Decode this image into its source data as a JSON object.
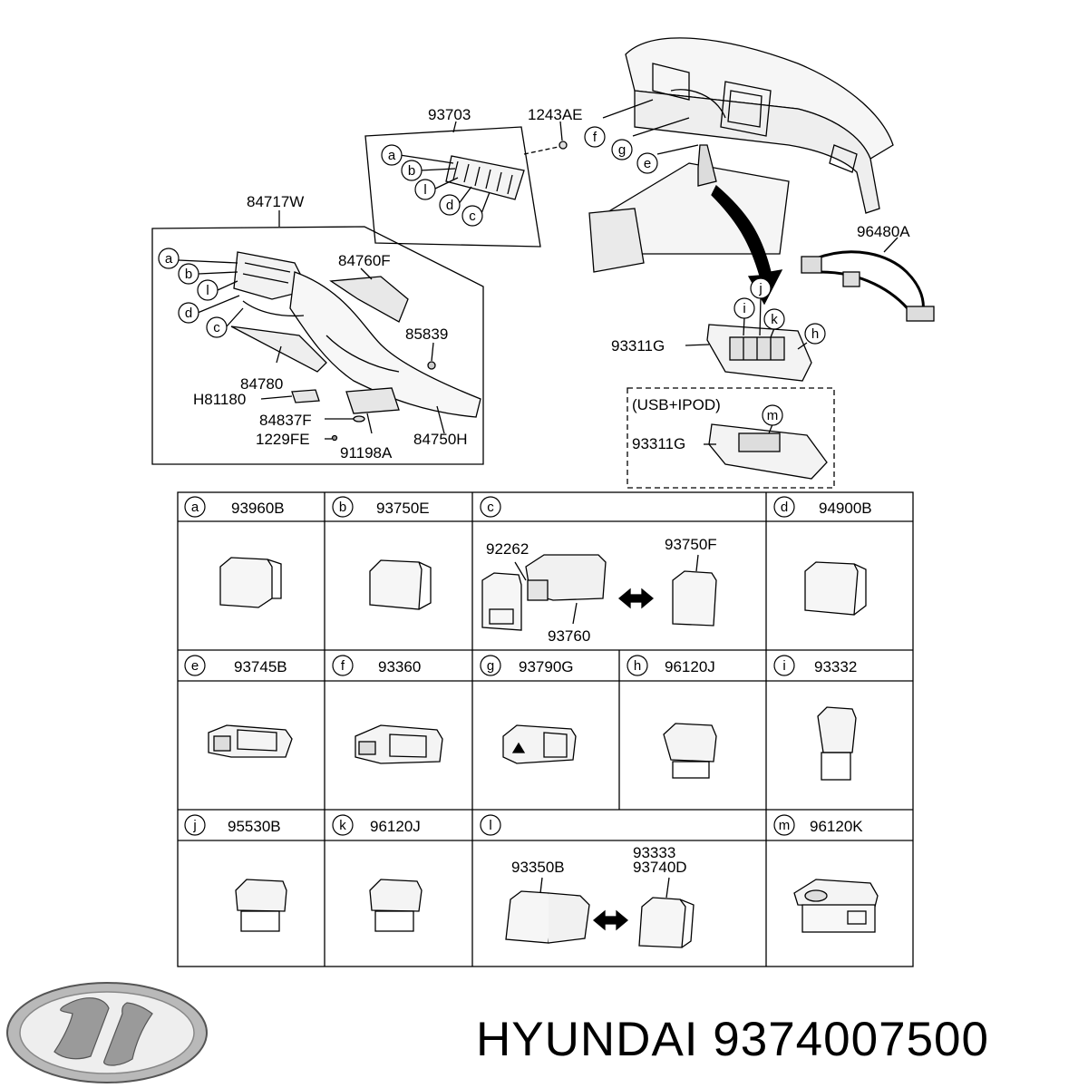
{
  "upper": {
    "labels": {
      "l93703": "93703",
      "l1243AE": "1243AE",
      "l84717W": "84717W",
      "l84760F": "84760F",
      "l85839": "85839",
      "l84780": "84780",
      "lH81180": "H81180",
      "l84837F": "84837F",
      "l1229FE": "1229FE",
      "l91198A": "91198A",
      "l84750H": "84750H",
      "l96480A": "96480A",
      "l93311G_a": "93311G",
      "l93311G_b": "93311G",
      "usb_ipod": "(USB+IPOD)"
    },
    "callouts": {
      "top_left": [
        "a",
        "b",
        "l",
        "d",
        "c"
      ],
      "mid_left": [
        "a",
        "b",
        "l",
        "d",
        "c"
      ],
      "dash": [
        "f",
        "g",
        "e"
      ],
      "switch_panel": [
        "j",
        "i",
        "k",
        "h"
      ],
      "usb": [
        "m"
      ]
    }
  },
  "grid": {
    "cells": [
      {
        "letter": "a",
        "part": "93960B"
      },
      {
        "letter": "b",
        "part": "93750E"
      },
      {
        "letter": "c",
        "part": "",
        "parts": [
          "92262",
          "93750F",
          "93760"
        ]
      },
      {
        "letter": "d",
        "part": "94900B"
      },
      {
        "letter": "e",
        "part": "93745B"
      },
      {
        "letter": "f",
        "part": "93360"
      },
      {
        "letter": "g",
        "part": "93790G"
      },
      {
        "letter": "h",
        "part": "96120J"
      },
      {
        "letter": "i",
        "part": "93332"
      },
      {
        "letter": "j",
        "part": "95530B"
      },
      {
        "letter": "k",
        "part": "96120J"
      },
      {
        "letter": "l",
        "part": "",
        "parts": [
          "93350B",
          "93333",
          "93740D"
        ]
      },
      {
        "letter": "m",
        "part": "96120K"
      }
    ]
  },
  "brand": {
    "logo_icon": "hyundai-logo-icon",
    "caption": "HYUNDAI 9374007500"
  }
}
